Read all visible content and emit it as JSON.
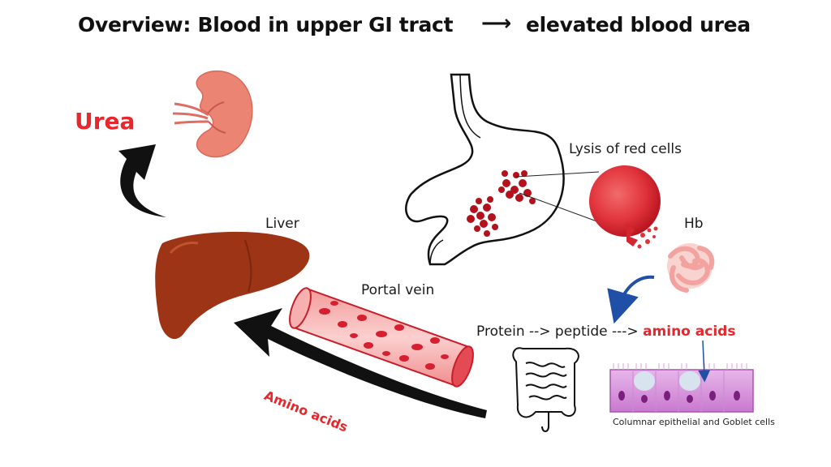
{
  "title": {
    "left": "Overview: Blood in upper GI tract",
    "arrow": "⟶",
    "right": "elevated blood urea"
  },
  "labels": {
    "urea": "Urea",
    "liver": "Liver",
    "portal_vein": "Portal vein",
    "lysis": "Lysis of red cells",
    "hb": "Hb",
    "protein_part": "Protein --> peptide --->",
    "amino_highlight": "amino acids",
    "amino_acids_arrow": "Amino acids",
    "cells_caption": "Columnar epithelial and Goblet cells"
  },
  "colors": {
    "highlight_red": "#e8262b",
    "liver": "#9c3415",
    "kidney": "#ec8473",
    "blood": "#c81e2a",
    "arrow_blue": "#1f4fa6"
  },
  "icons": [
    "kidney-icon",
    "liver-icon",
    "stomach-icon",
    "red-cell-icon",
    "hemoglobin-icon",
    "portal-vein-icon",
    "intestine-icon",
    "epithelium-icon"
  ]
}
